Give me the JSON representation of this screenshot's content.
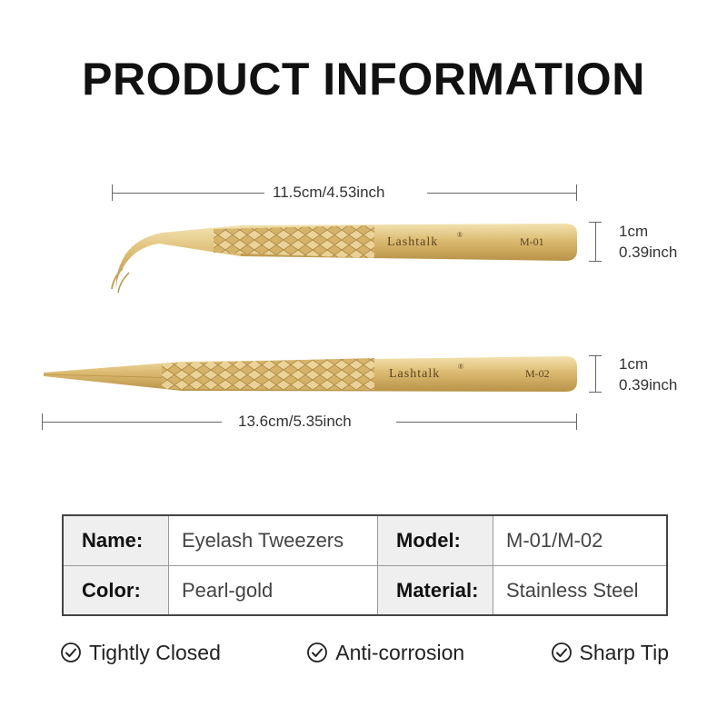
{
  "page": {
    "title": "PRODUCT INFORMATION"
  },
  "tweezer_top": {
    "brand": "Lashtalk",
    "reg": "®",
    "model_mark": "M-01",
    "length_label": "11.5cm/4.53inch",
    "width_cm": "1cm",
    "width_inch": "0.39inch"
  },
  "tweezer_bottom": {
    "brand": "Lashtalk",
    "reg": "®",
    "model_mark": "M-02",
    "length_label": "13.6cm/5.35inch",
    "width_cm": "1cm",
    "width_inch": "0.39inch"
  },
  "specs": {
    "name_label": "Name:",
    "name_value": "Eyelash Tweezers",
    "model_label": "Model:",
    "model_value": "M-01/M-02",
    "color_label": "Color:",
    "color_value": "Pearl-gold",
    "material_label": "Material:",
    "material_value": "Stainless Steel"
  },
  "features": [
    {
      "label": "Tightly Closed",
      "icon": "check-circle-icon"
    },
    {
      "label": "Anti-corrosion",
      "icon": "check-circle-icon"
    },
    {
      "label": "Sharp Tip",
      "icon": "check-circle-icon"
    }
  ],
  "colors": {
    "gold": "#d9b86a",
    "gold_dark": "#b8954a",
    "gold_light": "#f0dca6"
  }
}
